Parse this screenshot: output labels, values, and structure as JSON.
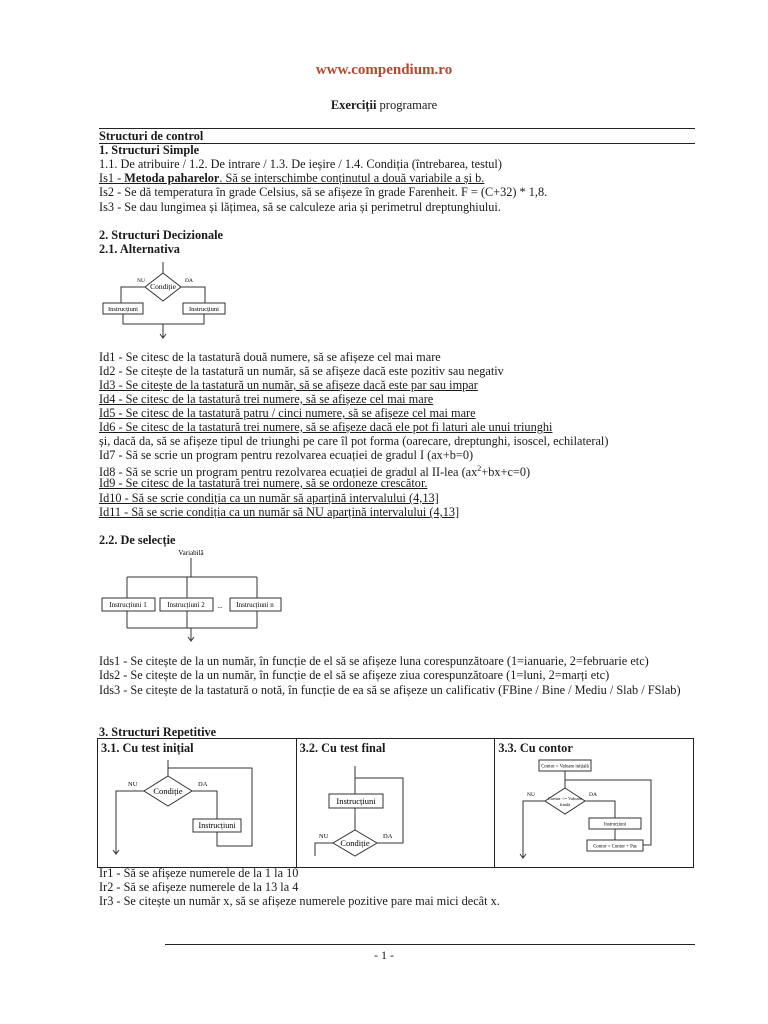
{
  "header": {
    "site": "www.compendium.ro",
    "title_bold": "Exerciții",
    "title_rest": " programare"
  },
  "sections": {
    "control": "Structuri de control",
    "simple_title": "1. Structuri Simple",
    "simple_list": "1.1. De atribuire / 1.2. De intrare / 1.3. De ieșire / 1.4. Condiția (întrebarea, testul)",
    "is1_prefix": "Is1 - ",
    "is1_bold": "Metoda paharelor",
    "is1_rest": ". Să se interschimbe conținutul a două variabile a și b.",
    "is2": "Is2 - Se dă temperatura în grade Celsius, să se afișeze în grade Farenheit. F = (C+32) * 1,8.",
    "is3": "Is3 - Se dau lungimea și lățimea, să se calculeze aria și perimetrul dreptunghiului.",
    "decisional_title": "2. Structuri Decizionale",
    "alt_title": "2.1. Alternativa",
    "id1": "Id1 - Se citesc de la tastatură două numere, să se afișeze cel mai mare",
    "id2": "Id2 - Se citește de la tastatură un număr, să se afișeze dacă este pozitiv sau negativ",
    "id3": "Id3 - Se citește de la tastatură un număr, să se afișeze dacă este par sau impar",
    "id4": "Id4 - Se citesc de la tastatură trei numere, să se afișeze cel mai mare",
    "id5": "Id5 - Se citesc de la tastatură patru / cinci numere, să se afișeze cel mai mare",
    "id6a": "Id6 - Se citesc de la tastatură trei numere, să se afișeze dacă ele pot fi laturi ale unui triunghi",
    "id6b": "și, dacă da, să se afișeze tipul de triunghi pe care îl pot forma (oarecare, dreptunghi, isoscel, echilateral)",
    "id7": "Id7 - Să se scrie un program pentru rezolvarea ecuației de gradul I (ax+b=0)",
    "id8_pre": "Id8 - Să se scrie un program pentru rezolvarea ecuației de gradul al II-lea (ax",
    "id8_sup": "2",
    "id8_post": "+bx+c=0)",
    "id9": "Id9 - Se citesc de la tastatură trei numere, să se ordoneze crescător.",
    "id10": "Id10 - Să se scrie condiția ca un număr să aparțină intervalului (4,13]",
    "id11": "Id11 - Să se scrie condiția ca un număr să NU aparțină intervalului (4,13]",
    "sel_title": "2.2. De selecție",
    "ids1": "Ids1 - Se citește de la un număr, în funcție de el să se afișeze luna corespunzătoare (1=ianuarie, 2=februarie etc)",
    "ids2": "Ids2 - Se citește de la un număr, în funcție de el să se afișeze ziua corespunzătoare (1=luni, 2=marți etc)",
    "ids3": "Ids3 - Se citește de la tastatură o notă, în funcție de ea să se afișeze un calificativ (FBine / Bine / Mediu / Slab / FSlab)",
    "rep_title": "3. Structuri Repetitive",
    "rep_col1": "3.1. Cu test inițial",
    "rep_col2": "3.2. Cu test final",
    "rep_col3": "3.3. Cu contor",
    "ir1": "Ir1 - Să se afișeze numerele de la 1 la 10",
    "ir2": "Ir2 - Să se afișeze numerele de la 13 la 4",
    "ir3": "Ir3 - Se citește un număr x, să se afișeze numerele pozitive pare mai mici decât x."
  },
  "diagrams": {
    "cond": "Condiție",
    "no": "NU",
    "yes": "DA",
    "instr": "Instrucțiuni",
    "variable": "Variabilă",
    "instr1": "Instrucțiuni 1",
    "instr2": "Instrucțiuni 2",
    "dots": "...",
    "instrn": "Instrucțiuni n",
    "counter_init": "Contor = Valoare inițială",
    "counter_cond_a": "Contor <= Valoare",
    "counter_cond_b": "finală",
    "counter_instr": "Instrucțiuni",
    "counter_step": "Contor = Contor + Pas"
  },
  "footer": {
    "page": "- 1 -"
  }
}
